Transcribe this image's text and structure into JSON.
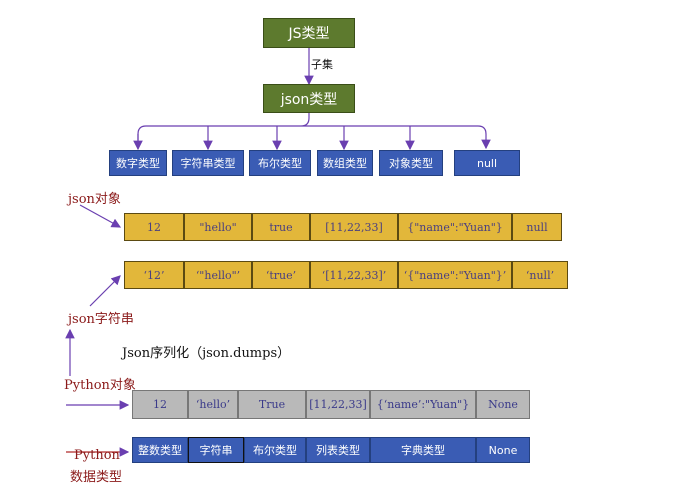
{
  "top": {
    "js_type": "JS类型",
    "subset": "子集",
    "json_type": "json类型"
  },
  "json_types": [
    "数字类型",
    "字符串类型",
    "布尔类型",
    "数组类型",
    "对象类型",
    "null"
  ],
  "labels": {
    "json_object": "json对象",
    "json_string": "json字符串",
    "serialize": "Json序列化（json.dumps）",
    "python_object": "Python对象",
    "python_types_1": "Python",
    "python_types_2": "数据类型"
  },
  "json_object_values": [
    "12",
    "\"hello\"",
    "true",
    "[11,22,33]",
    "{\"name\":\"Yuan\"}",
    "null"
  ],
  "json_string_values": [
    "‘12’",
    "‘\"hello\"’",
    "‘true’",
    "‘[11,22,33]’",
    "‘{\"name\":\"Yuan\"}’",
    "‘null’"
  ],
  "python_object_values": [
    "12",
    "‘hello’",
    "True",
    "[11,22,33]",
    "{‘name’:\"Yuan\"}",
    "None"
  ],
  "python_type_values": [
    "整数类型",
    "字符串",
    "布尔类型",
    "列表类型",
    "字典类型",
    "None"
  ],
  "colors": {
    "green": "#5d7a2e",
    "blue": "#3a5cb4",
    "gold": "#e2b73a",
    "gray": "#b9b9b9",
    "arrow": "#6a3fb0",
    "label_red": "#8b1a1a"
  }
}
